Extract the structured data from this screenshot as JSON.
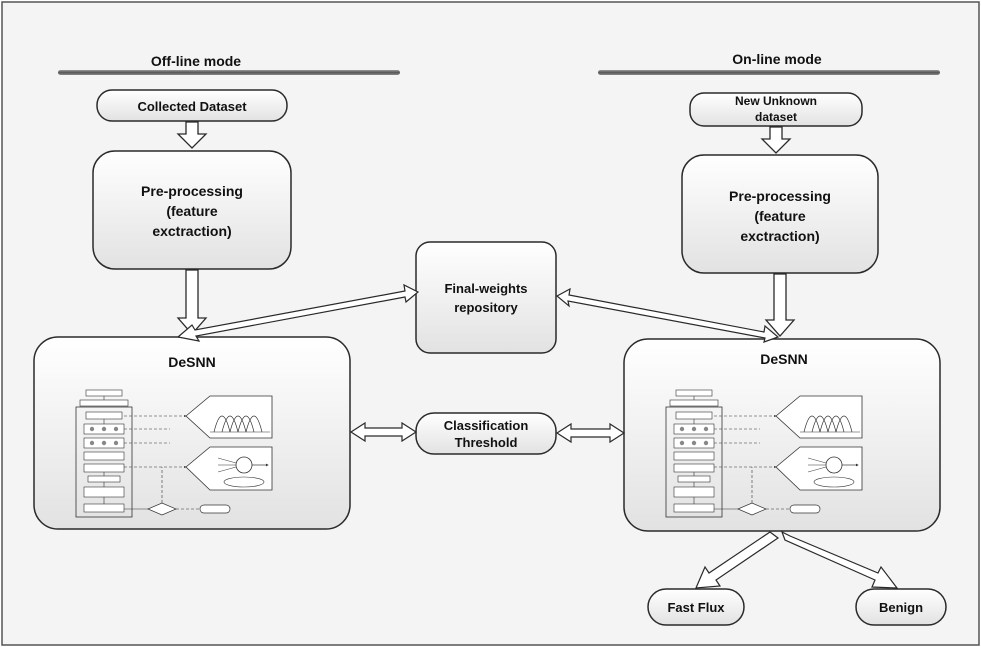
{
  "headers": {
    "offline": "Off-line mode",
    "online": "On-line mode"
  },
  "nodes": {
    "collected_dataset": "Collected Dataset",
    "new_unknown_line1": "New Unknown",
    "new_unknown_line2": "dataset",
    "preproc_line1": "Pre-processing",
    "preproc_line2": "(feature",
    "preproc_line3": "exctraction)",
    "final_weights_line1": "Final-weights",
    "final_weights_line2": "repository",
    "desnn": "DeSNN",
    "classification_line1": "Classification",
    "classification_line2": "Threshold",
    "fast_flux": "Fast Flux",
    "benign": "Benign"
  },
  "colors": {
    "box_fill_top": "#ffffff",
    "box_fill_bottom": "#e6e6e6",
    "stroke": "#2a2a2a",
    "header_bar": "#6d6d6d"
  }
}
